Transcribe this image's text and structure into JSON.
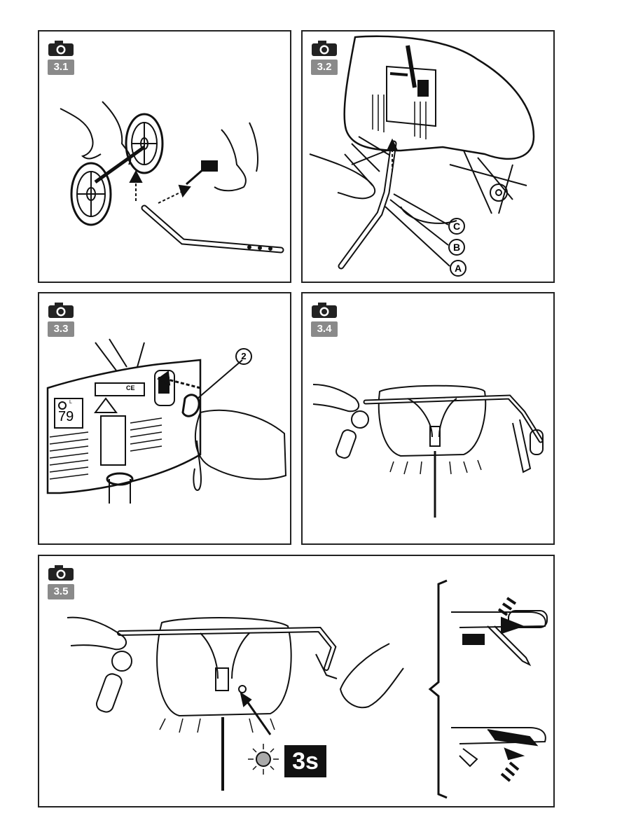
{
  "panels": [
    {
      "id": "3.1",
      "label": "3.1"
    },
    {
      "id": "3.2",
      "label": "3.2",
      "callouts": [
        "C",
        "B",
        "A"
      ]
    },
    {
      "id": "3.3",
      "label": "3.3",
      "callouts": [
        "2"
      ],
      "plate": {
        "ce": "CE",
        "lwa": "79",
        "lwa_unit": "L"
      }
    },
    {
      "id": "3.4",
      "label": "3.4"
    },
    {
      "id": "3.5",
      "label": "3.5",
      "timer": "3s"
    }
  ]
}
